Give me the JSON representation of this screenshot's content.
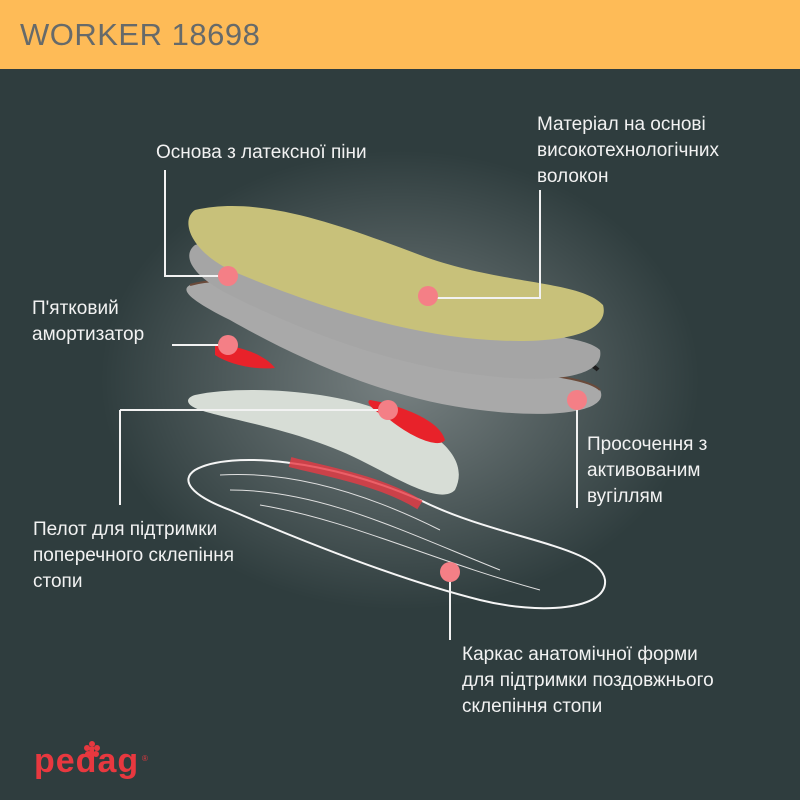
{
  "header": {
    "title": "WORKER 18698"
  },
  "labels": {
    "latex_base": "Основа з латексної піни",
    "material": "Матеріал на основі\nвисокотехнологічних\nволокон",
    "heel_absorber": "П'ятковий\nамортизатор",
    "carbon": "Просочення з\nактивованим\nвугіллям",
    "pelot": "Пелот для підтримки\nпоперечного склепіння\nстопи",
    "frame": "Каркас анатомічної форми\nдля підтримки поздовжнього\nсклепіння стопи"
  },
  "brand": {
    "logo_text": "pedag",
    "registered": "®"
  },
  "colors": {
    "header": "#febb57",
    "background": "#2f3d3e",
    "dot": "#f47f86",
    "accent_red": "#e8383f"
  }
}
